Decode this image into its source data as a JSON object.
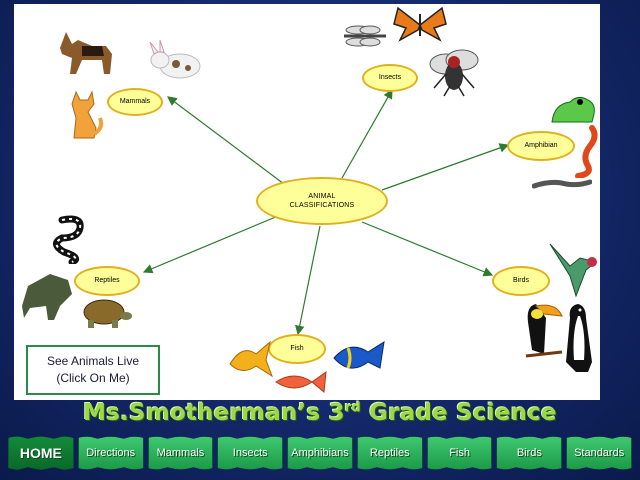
{
  "map": {
    "center": [
      "ANIMAL",
      "CLASSIFICATIONS"
    ],
    "mammals": "Mammals",
    "insects": "Insects",
    "amphibian": "Amphibian",
    "reptiles": "Reptiles",
    "fish": "Fish",
    "birds": "Birds"
  },
  "live_link": [
    "See Animals Live",
    "(Click On Me)"
  ],
  "title": {
    "main": "Ms.Smotherman’s 3",
    "sup": "rd",
    "rest": " Grade Science"
  },
  "nav": [
    "HOME",
    "Directions",
    "Mammals",
    "Insects",
    "Amphibians",
    "Reptiles",
    "Fish",
    "Birds",
    "Standards"
  ],
  "colors": {
    "arrow": "#2e7a2e",
    "oval_fill": "#ffff99",
    "oval_border": "#e0b020",
    "nav_green": "#1c9a48",
    "title_green": "#9ad84a"
  }
}
